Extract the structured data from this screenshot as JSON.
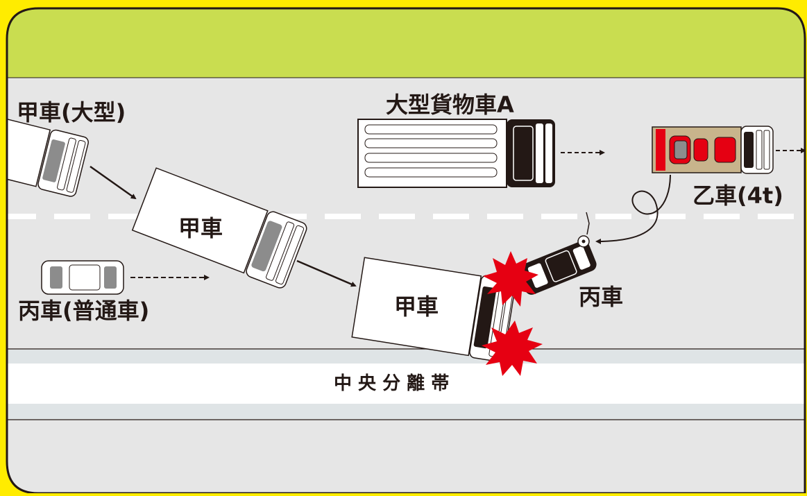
{
  "colors": {
    "outer_background": "#ffec00",
    "header_band": "#c9dd50",
    "road": "#e6e6e6",
    "median_strip": "#dfe4e6",
    "frame": "#231815",
    "lane_marking": "#ffffff",
    "impact": "#e60012",
    "vehicle_otsu_red": "#e50012",
    "vehicle_otsu_bed": "#c8b48c"
  },
  "labels": {
    "ko_large": "甲車(大型)",
    "truck_a": "大型貨物車A",
    "otsu": "乙車(4t)",
    "ko_mid": "甲車",
    "hei_ordinary": "丙車(普通車)",
    "ko_crash": "甲車",
    "hei": "丙車",
    "median": "中 央 分 離 帯"
  }
}
